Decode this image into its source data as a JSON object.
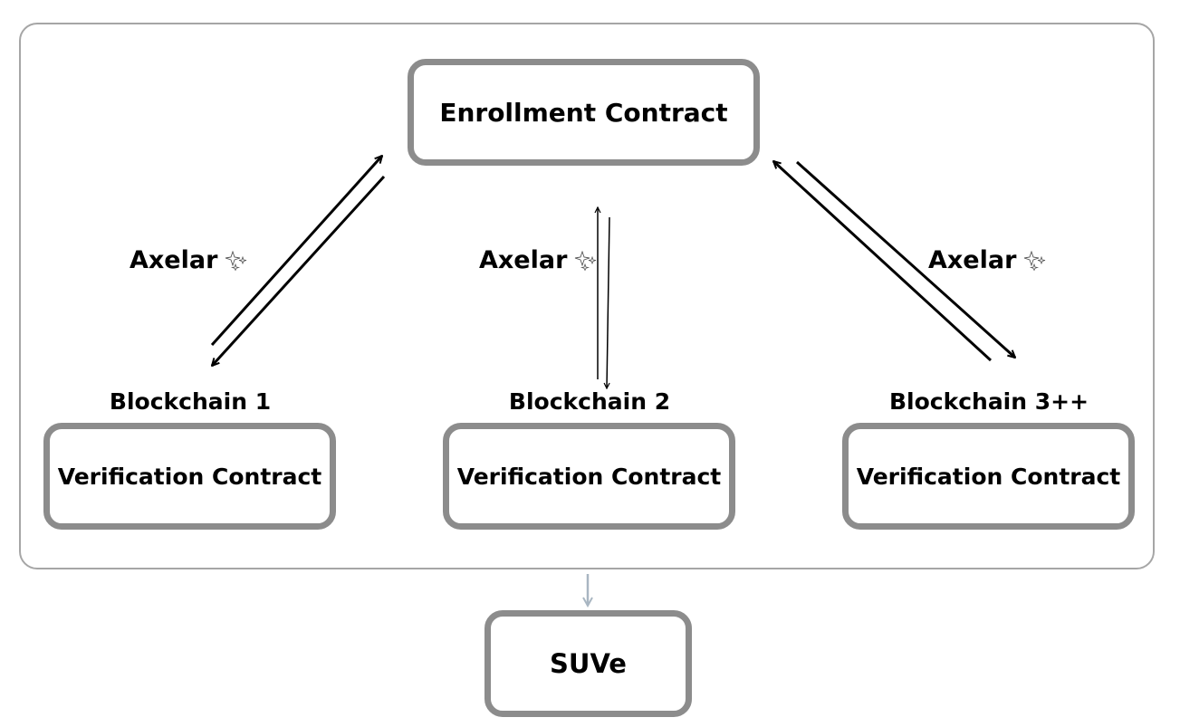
{
  "enrollment": {
    "label": "Enrollment Contract"
  },
  "chains": [
    {
      "name": "Blockchain 1",
      "contract": "Verification Contract"
    },
    {
      "name": "Blockchain 2",
      "contract": "Verification Contract"
    },
    {
      "name": "Blockchain 3++",
      "contract": "Verification Contract"
    }
  ],
  "bridges": [
    {
      "label": "Axelar",
      "icon": "sparkles-icon"
    },
    {
      "label": "Axelar",
      "icon": "sparkles-icon"
    },
    {
      "label": "Axelar",
      "icon": "sparkles-icon"
    }
  ],
  "output": {
    "label": "SUVe"
  },
  "colors": {
    "box_border": "#8c8c8c",
    "frame_border": "#a6a6a6",
    "arrow": "#000000",
    "output_arrow": "#a9b6c2"
  }
}
